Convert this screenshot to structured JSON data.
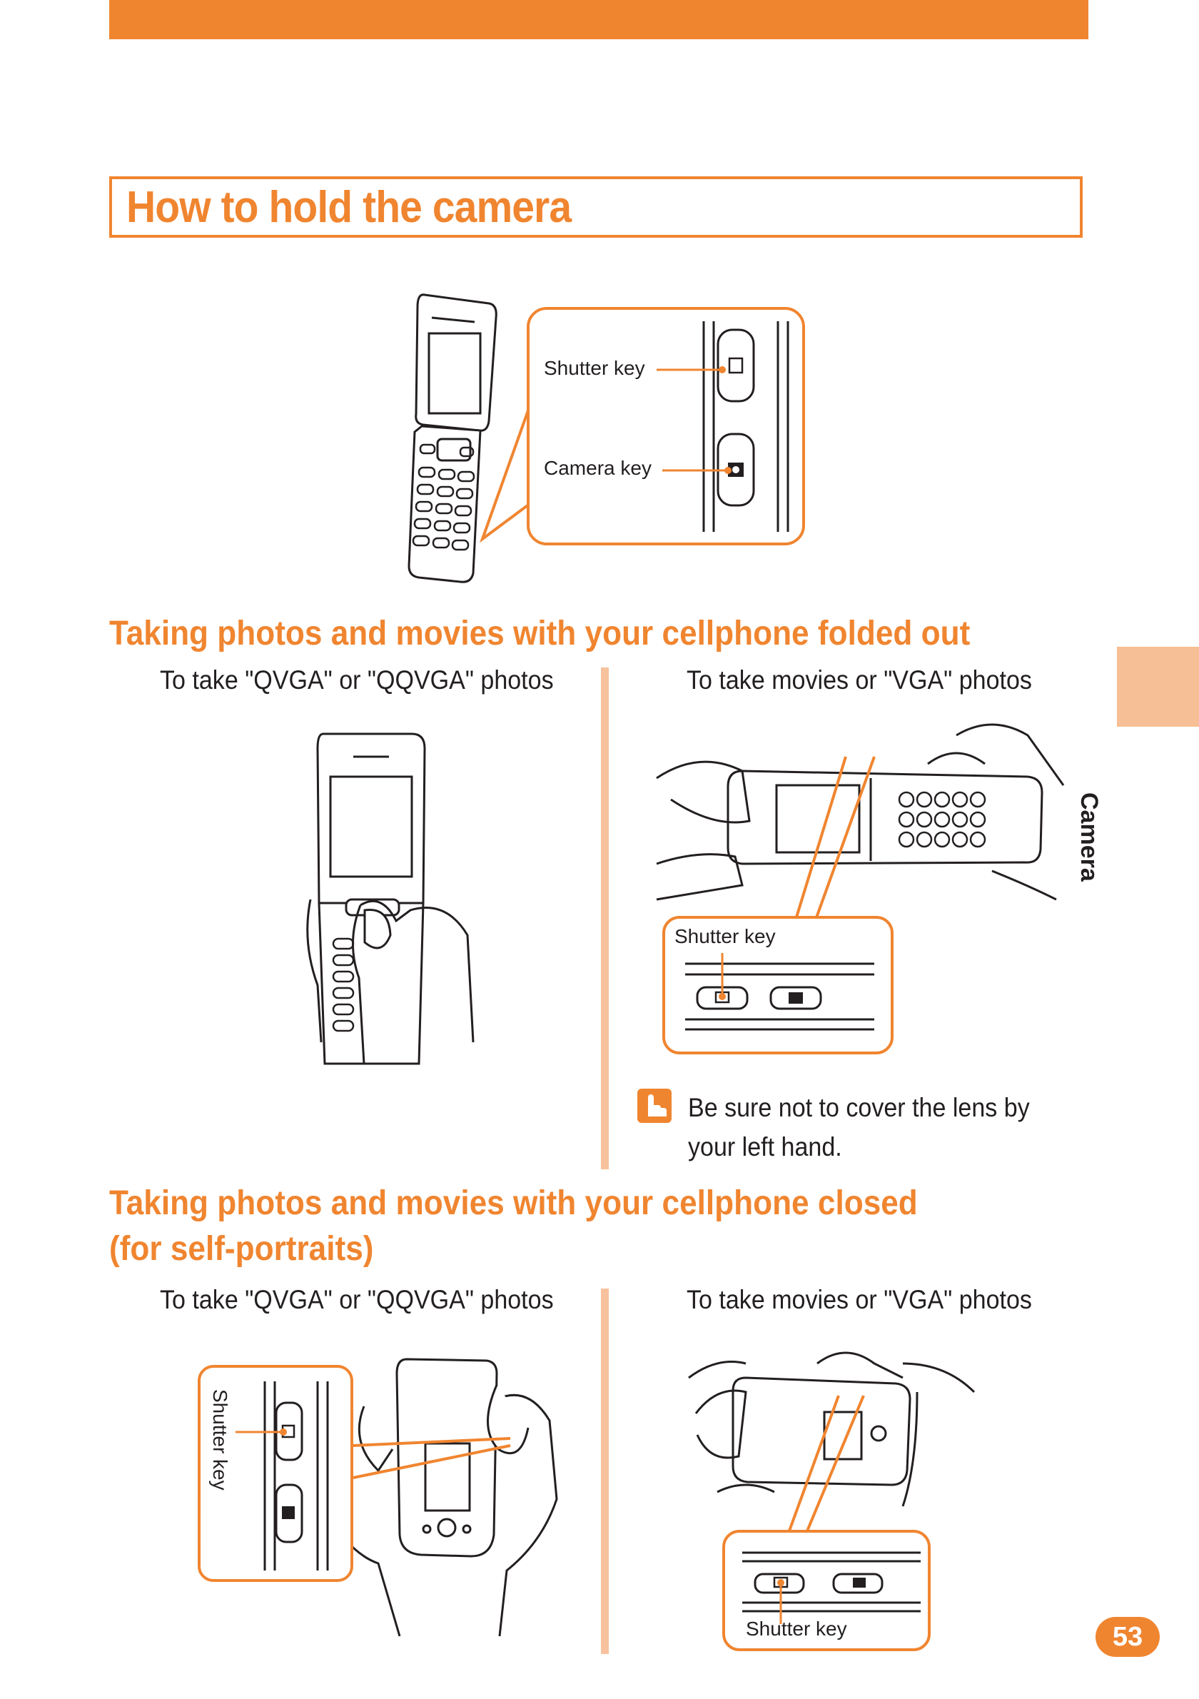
{
  "page": {
    "title": "How to hold the camera",
    "page_number": "53",
    "side_tab_label": "Camera"
  },
  "top_figure": {
    "callouts": {
      "shutter_key": "Shutter key",
      "camera_key": "Camera key"
    }
  },
  "section_folded_out": {
    "heading": "Taking photos and movies with your cellphone folded out",
    "left_caption": "To take \"QVGA\" or \"QQVGA\" photos",
    "right_caption": "To take movies or \"VGA\" photos",
    "right_callout": "Shutter key",
    "note": "Be sure not to cover the lens by your left hand."
  },
  "section_closed": {
    "heading_line1": "Taking photos and movies with your cellphone closed",
    "heading_line2": "(for self-portraits)",
    "left_caption": "To take \"QVGA\" or \"QQVGA\" photos",
    "right_caption": "To take movies or \"VGA\" photos",
    "left_callout": "Shutter key",
    "right_callout": "Shutter key"
  },
  "colors": {
    "accent": "#f08530",
    "accent_light": "#f7c29d",
    "text": "#231f20"
  }
}
